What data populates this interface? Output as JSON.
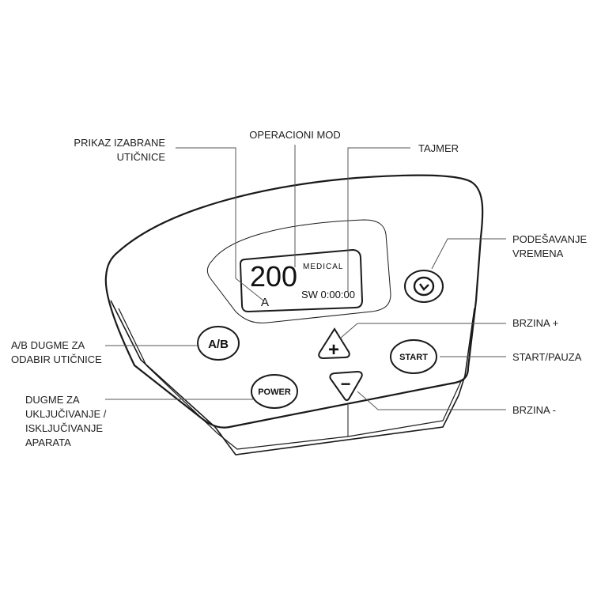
{
  "labels": {
    "socket_display": [
      "PRIKAZ IZABRANE",
      "UTIČNICE"
    ],
    "operation_mode": "OPERACIONI MOD",
    "timer": "TAJMER",
    "time_setting": [
      "PODEŠAVANJE",
      "VREMENA"
    ],
    "ab_button": [
      "A/B DUGME ZA",
      "ODABIR UTIČNICE"
    ],
    "speed_plus": "BRZINA +",
    "start_pause": "START/PAUZA",
    "power_button": [
      "DUGME ZA",
      "UKLJUČIVANJE /",
      "ISKLJUČIVANJE",
      "APARATA"
    ],
    "speed_minus": "BRZINA -"
  },
  "display": {
    "value": "200",
    "mode": "MEDICAL",
    "socket": "A",
    "timer": "SW 0:00:00"
  },
  "buttons": {
    "ab": "A/B",
    "plus": "+",
    "start": "START",
    "power": "POWER",
    "minus": "−",
    "clock_icon": "clock-icon"
  }
}
